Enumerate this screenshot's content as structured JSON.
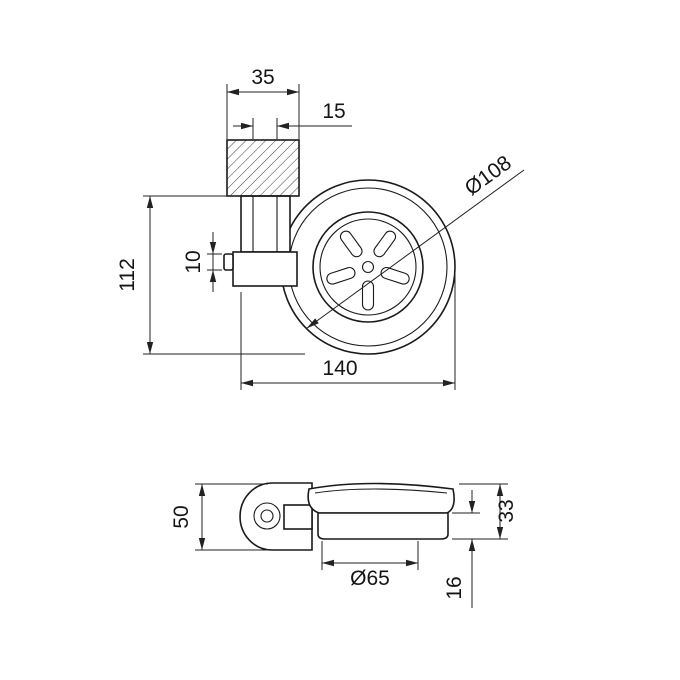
{
  "page": {
    "background": "#ffffff",
    "line_color": "#1a1a1a",
    "description": "Technical dimension drawing of wall-mounted soap dish holder, top view and side view"
  },
  "top_view": {
    "dim_mount_width": "35",
    "dim_arm_width": "15",
    "dim_height": "112",
    "dim_knob": "10",
    "dim_depth": "140",
    "dim_dish_diameter": "Ø108"
  },
  "side_view": {
    "dim_bracket_height": "50",
    "dim_dish_height": "33",
    "dim_ring_height": "16",
    "dim_cup_diameter": "Ø65"
  }
}
